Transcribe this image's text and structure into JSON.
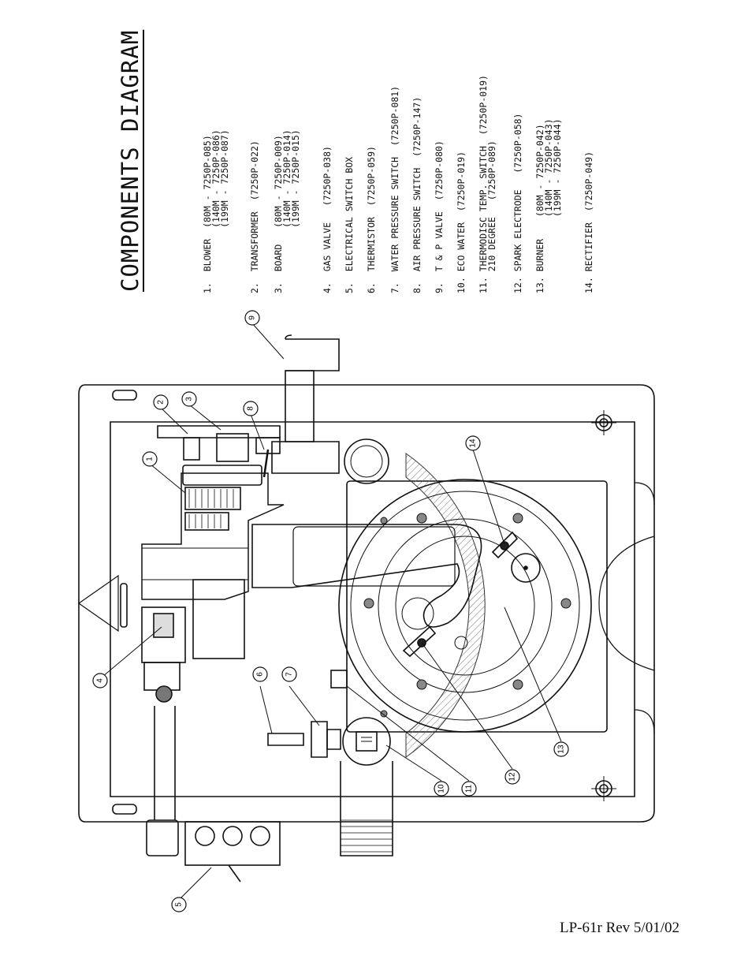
{
  "title": "COMPONENTS DIAGRAM",
  "components": [
    {
      "num": "1.",
      "lines": [
        "BLOWER  (80M - 7250P-085)",
        "        (140M - 7250P-086)",
        "        (199M - 7250P-087)"
      ]
    },
    {
      "num": "2.",
      "lines": [
        "TRANSFORMER  (7250P-022)"
      ]
    },
    {
      "num": "3.",
      "lines": [
        "BOARD   (80M - 7250P-009)",
        "        (140M - 7250P-014)",
        "        (199M - 7250P-015)"
      ]
    },
    {
      "num": "4.",
      "lines": [
        "GAS VALVE   (7250P-038)"
      ]
    },
    {
      "num": "5.",
      "lines": [
        "ELECTRICAL SWITCH BOX"
      ]
    },
    {
      "num": "6.",
      "lines": [
        "THERMISTOR  (7250P-059)"
      ]
    },
    {
      "num": "7.",
      "lines": [
        "WATER PRESSURE SWITCH  (7250P-081)"
      ]
    },
    {
      "num": "8.",
      "lines": [
        "AIR PRESSURE SWITCH  (7250P-147)"
      ]
    },
    {
      "num": "9.",
      "lines": [
        "T & P VALVE  (7250P-080)"
      ]
    },
    {
      "num": "10.",
      "lines": [
        "ECO WATER  (7250P-019)"
      ]
    },
    {
      "num": "11.",
      "lines": [
        "THERMODISC TEMP. SWITCH  (7250P-019)",
        "210 DEGREE   (7250P-089)"
      ]
    },
    {
      "num": "12.",
      "lines": [
        "SPARK ELECTRODE   (7250P-058)"
      ]
    },
    {
      "num": "13.",
      "lines": [
        "BURNER    (80M - 7250P-042)",
        "          (140M - 7250P-043)",
        "          (199M - 7250P-044)"
      ]
    },
    {
      "num": "14.",
      "lines": [
        "RECTIFIER  (7250P-049)"
      ]
    }
  ],
  "callouts": [
    "1",
    "2",
    "3",
    "4",
    "5",
    "6",
    "7",
    "8",
    "9",
    "10",
    "11",
    "12",
    "13",
    "14"
  ],
  "footer": "LP-61r Rev 5/01/02"
}
